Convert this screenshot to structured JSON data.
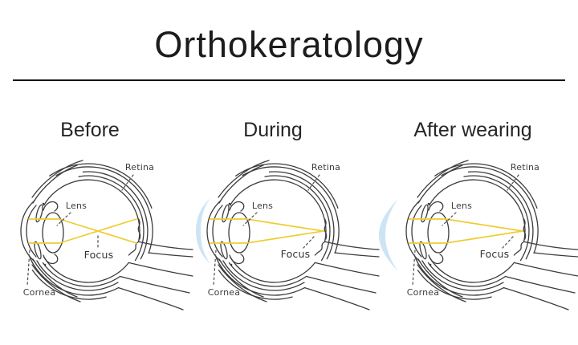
{
  "title": "Orthokeratology",
  "panels": [
    {
      "id": "before",
      "heading": "Before",
      "labels": {
        "retina": "Retina",
        "lens": "Lens",
        "focus": "Focus",
        "cornea": "Cornea"
      }
    },
    {
      "id": "during",
      "heading": "During",
      "labels": {
        "retina": "Retina",
        "lens": "Lens",
        "focus": "Focus",
        "cornea": "Cornea"
      }
    },
    {
      "id": "after",
      "heading": "After wearing",
      "labels": {
        "retina": "Retina",
        "lens": "Lens",
        "focus": "Focus",
        "cornea": "Cornea"
      }
    }
  ],
  "colors": {
    "ray_yellow": "#efcc33",
    "lens_blue": "#cde4f6",
    "line_dark": "#3c3c3c"
  }
}
